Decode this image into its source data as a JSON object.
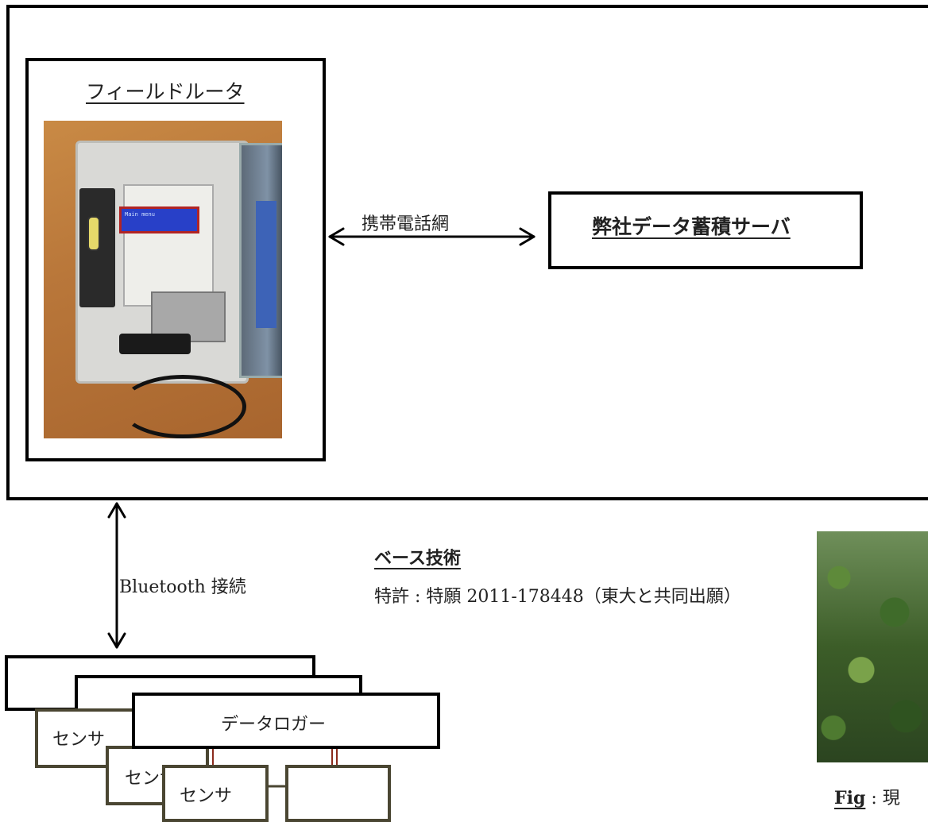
{
  "router": {
    "title": "フィールドルータ"
  },
  "lcd_text": "Main menu",
  "network": {
    "label": "携帯電話網"
  },
  "server": {
    "label": "弊社データ蓄積サーバ"
  },
  "connection": {
    "label": "Bluetooth 接続"
  },
  "base_tech": {
    "title": "ベース技術",
    "patent": "特許 : 特願 2011-178448（東大と共同出願）"
  },
  "logger": {
    "label": "データロガー"
  },
  "sensors": [
    "センサ",
    "センサ",
    "センサ"
  ],
  "figure": {
    "prefix": "Fig",
    "caption": " : 現"
  },
  "colors": {
    "line": "#000000",
    "sensor_border": "#4a4632"
  }
}
